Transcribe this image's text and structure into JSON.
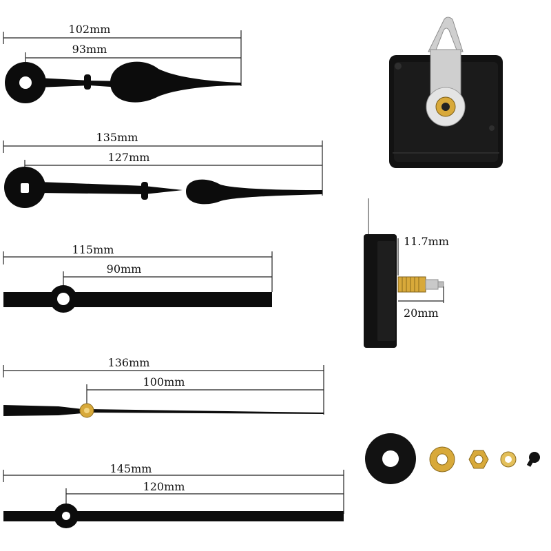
{
  "colors": {
    "hand": "#0c0c0c",
    "movement_body": "#121212",
    "brass": "#d8a93a",
    "silver": "#c9c9c9",
    "background": "#ffffff"
  },
  "hand_sets": [
    {
      "overall_label": "102mm",
      "center_label": "93mm"
    },
    {
      "overall_label": "135mm",
      "center_label": "127mm"
    },
    {
      "overall_label": "115mm",
      "center_label": "90mm"
    },
    {
      "overall_label": "136mm",
      "center_label": "100mm"
    },
    {
      "overall_label": "145mm",
      "center_label": "120mm"
    }
  ],
  "movement": {
    "shaft_thread_label": "11.7mm",
    "shaft_length_label": "20mm"
  },
  "accessories": [
    "rubber-washer",
    "brass-washer",
    "hex-nut",
    "small-washer",
    "cap-nut"
  ]
}
